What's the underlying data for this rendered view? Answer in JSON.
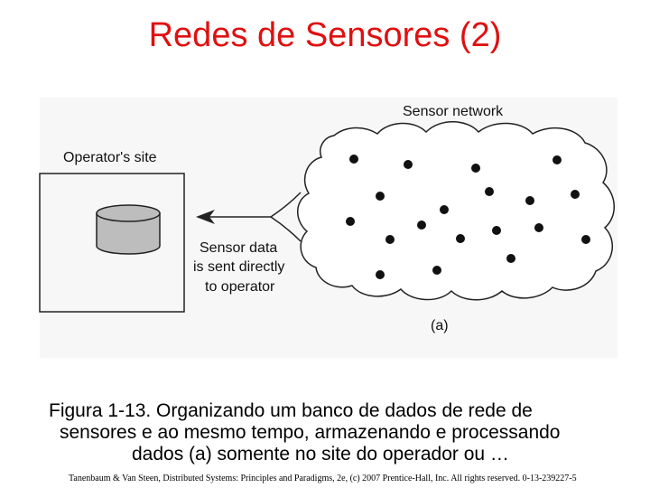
{
  "slide": {
    "title": "Redes de Sensores (2)",
    "caption_lines": [
      "Figura 1-13. Organizando um banco de dados de rede de",
      "sensores e ao mesmo tempo, armazenando e processando",
      "dados (a) somente no site do operador ou …"
    ],
    "credit": "Tanenbaum & Van Steen, Distributed Systems: Principles and Paradigms, 2e, (c) 2007 Prentice-Hall, Inc. All rights reserved. 0-13-239227-5"
  },
  "figure": {
    "operator_label": "Operator's site",
    "network_label": "Sensor network",
    "data_label_lines": [
      "Sensor data",
      "is sent directly",
      "to operator"
    ],
    "subfigure_label": "(a)",
    "sensor_node_count": 19
  }
}
